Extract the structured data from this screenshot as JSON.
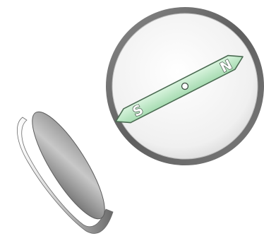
{
  "figure": {
    "compass": {
      "needle": {
        "north_label": "N",
        "south_label": "S",
        "color": "#b9e6c2",
        "outline_color": "#4b6b52"
      },
      "ring_color": "#6f6f6f",
      "face_color": "#eeeeee"
    },
    "magnet": {
      "shape": "disc",
      "color_light": "#f4f4f4",
      "color_dark": "#5a5a5a"
    }
  }
}
